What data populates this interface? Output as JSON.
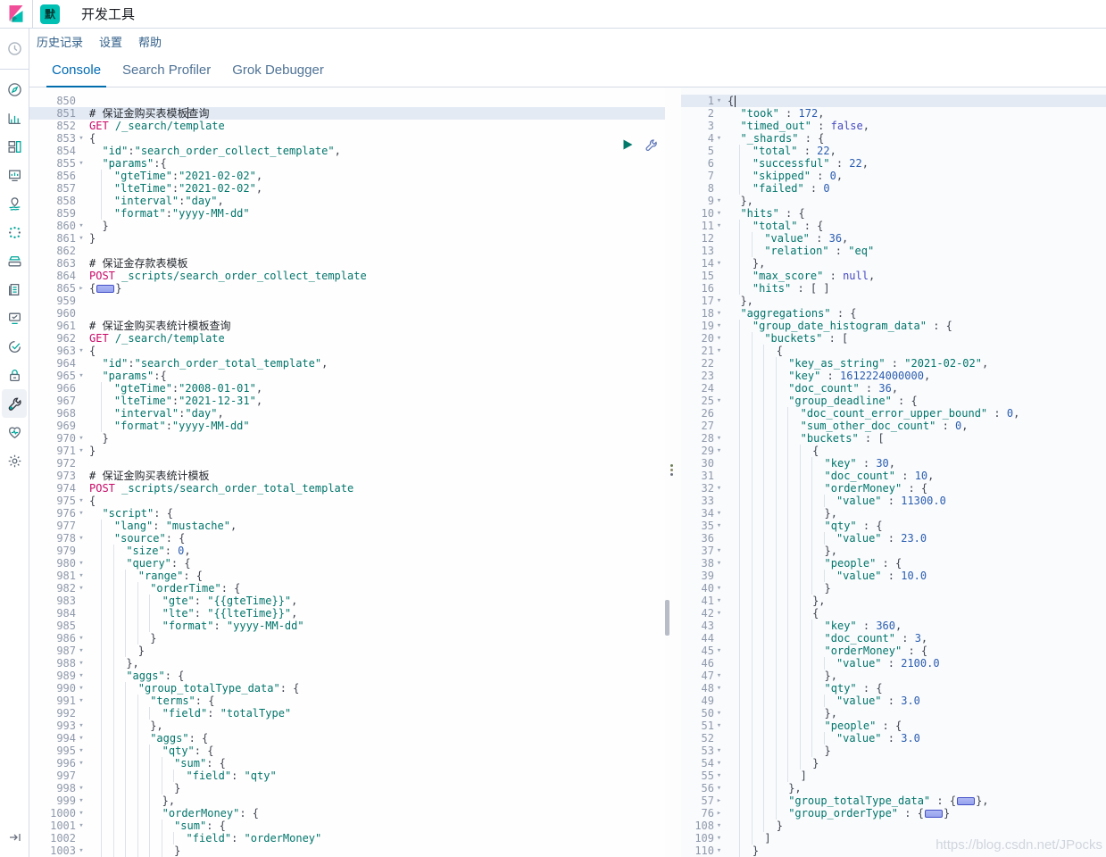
{
  "app": {
    "window_title": "开发工具",
    "space_badge": "默"
  },
  "brand_colors": {
    "teal": "#00bfb3",
    "pink": "#f04e98",
    "link_blue": "#006bb4"
  },
  "nav": {
    "items": [
      {
        "label": "历史记录"
      },
      {
        "label": "设置"
      },
      {
        "label": "帮助"
      }
    ]
  },
  "tabs": [
    {
      "label": "Console",
      "active": true
    },
    {
      "label": "Search Profiler",
      "active": false
    },
    {
      "label": "Grok Debugger",
      "active": false
    }
  ],
  "sidebar": {
    "icons": [
      "recently-viewed-clock-icon",
      "discover-compass-icon",
      "visualize-chart-icon",
      "dashboard-icon",
      "canvas-icon",
      "maps-pin-icon",
      "machine-learning-icon",
      "metrics-icon",
      "logs-icon",
      "apm-icon",
      "uptime-check-icon",
      "security-lock-icon",
      "dev-tools-wrench-icon",
      "monitoring-heart-icon",
      "management-gear-icon",
      "collapse-navigation-icon"
    ]
  },
  "console": {
    "request_active_line": 851,
    "response_active_line": 1,
    "request_lines": [
      [
        850,
        "",
        ""
      ],
      [
        851,
        "# 保证金购买表模板查询",
        ""
      ],
      [
        852,
        "GET /_search/template",
        ""
      ],
      [
        853,
        "{",
        "o"
      ],
      [
        854,
        "  \"id\":\"search_order_collect_template\",",
        ""
      ],
      [
        855,
        "  \"params\":{",
        "o"
      ],
      [
        856,
        "    \"gteTime\":\"2021-02-02\",",
        ""
      ],
      [
        857,
        "    \"lteTime\":\"2021-02-02\",",
        ""
      ],
      [
        858,
        "    \"interval\":\"day\",",
        ""
      ],
      [
        859,
        "    \"format\":\"yyyy-MM-dd\"",
        ""
      ],
      [
        860,
        "  }",
        "o"
      ],
      [
        861,
        "}",
        "o"
      ],
      [
        862,
        "",
        ""
      ],
      [
        863,
        "# 保证金存款表模板",
        ""
      ],
      [
        864,
        "POST _scripts/search_order_collect_template",
        ""
      ],
      [
        865,
        "{▣}",
        "c"
      ],
      [
        959,
        "",
        ""
      ],
      [
        960,
        "",
        ""
      ],
      [
        961,
        "# 保证金购买表统计模板查询",
        ""
      ],
      [
        962,
        "GET /_search/template",
        ""
      ],
      [
        963,
        "{",
        "o"
      ],
      [
        964,
        "  \"id\":\"search_order_total_template\",",
        ""
      ],
      [
        965,
        "  \"params\":{",
        "o"
      ],
      [
        966,
        "    \"gteTime\":\"2008-01-01\",",
        ""
      ],
      [
        967,
        "    \"lteTime\":\"2021-12-31\",",
        ""
      ],
      [
        968,
        "    \"interval\":\"day\",",
        ""
      ],
      [
        969,
        "    \"format\":\"yyyy-MM-dd\"",
        ""
      ],
      [
        970,
        "  }",
        "o"
      ],
      [
        971,
        "}",
        "o"
      ],
      [
        972,
        "",
        ""
      ],
      [
        973,
        "# 保证金购买表统计模板",
        ""
      ],
      [
        974,
        "POST _scripts/search_order_total_template",
        ""
      ],
      [
        975,
        "{",
        "o"
      ],
      [
        976,
        "  \"script\": {",
        "o"
      ],
      [
        977,
        "    \"lang\": \"mustache\",",
        ""
      ],
      [
        978,
        "    \"source\": {",
        "o"
      ],
      [
        979,
        "      \"size\": 0,",
        ""
      ],
      [
        980,
        "      \"query\": {",
        "o"
      ],
      [
        981,
        "        \"range\": {",
        "o"
      ],
      [
        982,
        "          \"orderTime\": {",
        "o"
      ],
      [
        983,
        "            \"gte\": \"{{gteTime}}\",",
        ""
      ],
      [
        984,
        "            \"lte\": \"{{lteTime}}\",",
        ""
      ],
      [
        985,
        "            \"format\": \"yyyy-MM-dd\"",
        ""
      ],
      [
        986,
        "          }",
        "o"
      ],
      [
        987,
        "        }",
        "o"
      ],
      [
        988,
        "      },",
        "o"
      ],
      [
        989,
        "      \"aggs\": {",
        "o"
      ],
      [
        990,
        "        \"group_totalType_data\": {",
        "o"
      ],
      [
        991,
        "          \"terms\": {",
        "o"
      ],
      [
        992,
        "            \"field\": \"totalType\"",
        ""
      ],
      [
        993,
        "          },",
        "o"
      ],
      [
        994,
        "          \"aggs\": {",
        "o"
      ],
      [
        995,
        "            \"qty\": {",
        "o"
      ],
      [
        996,
        "              \"sum\": {",
        "o"
      ],
      [
        997,
        "                \"field\": \"qty\"",
        ""
      ],
      [
        998,
        "              }",
        "o"
      ],
      [
        999,
        "            },",
        "o"
      ],
      [
        1000,
        "            \"orderMoney\": {",
        "o"
      ],
      [
        1001,
        "              \"sum\": {",
        "o"
      ],
      [
        1002,
        "                \"field\": \"orderMoney\"",
        ""
      ],
      [
        1003,
        "              }",
        "o"
      ]
    ],
    "response_lines": [
      [
        1,
        "{",
        "o"
      ],
      [
        2,
        "  \"took\" : 172,",
        ""
      ],
      [
        3,
        "  \"timed_out\" : false,",
        ""
      ],
      [
        4,
        "  \"_shards\" : {",
        "o"
      ],
      [
        5,
        "    \"total\" : 22,",
        ""
      ],
      [
        6,
        "    \"successful\" : 22,",
        ""
      ],
      [
        7,
        "    \"skipped\" : 0,",
        ""
      ],
      [
        8,
        "    \"failed\" : 0",
        ""
      ],
      [
        9,
        "  },",
        "o"
      ],
      [
        10,
        "  \"hits\" : {",
        "o"
      ],
      [
        11,
        "    \"total\" : {",
        "o"
      ],
      [
        12,
        "      \"value\" : 36,",
        ""
      ],
      [
        13,
        "      \"relation\" : \"eq\"",
        ""
      ],
      [
        14,
        "    },",
        "o"
      ],
      [
        15,
        "    \"max_score\" : null,",
        ""
      ],
      [
        16,
        "    \"hits\" : [ ]",
        ""
      ],
      [
        17,
        "  },",
        "o"
      ],
      [
        18,
        "  \"aggregations\" : {",
        "o"
      ],
      [
        19,
        "    \"group_date_histogram_data\" : {",
        "o"
      ],
      [
        20,
        "      \"buckets\" : [",
        "o"
      ],
      [
        21,
        "        {",
        "o"
      ],
      [
        22,
        "          \"key_as_string\" : \"2021-02-02\",",
        ""
      ],
      [
        23,
        "          \"key\" : 1612224000000,",
        ""
      ],
      [
        24,
        "          \"doc_count\" : 36,",
        ""
      ],
      [
        25,
        "          \"group_deadline\" : {",
        "o"
      ],
      [
        26,
        "            \"doc_count_error_upper_bound\" : 0,",
        ""
      ],
      [
        27,
        "            \"sum_other_doc_count\" : 0,",
        ""
      ],
      [
        28,
        "            \"buckets\" : [",
        "o"
      ],
      [
        29,
        "              {",
        "o"
      ],
      [
        30,
        "                \"key\" : 30,",
        ""
      ],
      [
        31,
        "                \"doc_count\" : 10,",
        ""
      ],
      [
        32,
        "                \"orderMoney\" : {",
        "o"
      ],
      [
        33,
        "                  \"value\" : 11300.0",
        ""
      ],
      [
        34,
        "                },",
        "o"
      ],
      [
        35,
        "                \"qty\" : {",
        "o"
      ],
      [
        36,
        "                  \"value\" : 23.0",
        ""
      ],
      [
        37,
        "                },",
        "o"
      ],
      [
        38,
        "                \"people\" : {",
        "o"
      ],
      [
        39,
        "                  \"value\" : 10.0",
        ""
      ],
      [
        40,
        "                }",
        "o"
      ],
      [
        41,
        "              },",
        "o"
      ],
      [
        42,
        "              {",
        "o"
      ],
      [
        43,
        "                \"key\" : 360,",
        ""
      ],
      [
        44,
        "                \"doc_count\" : 3,",
        ""
      ],
      [
        45,
        "                \"orderMoney\" : {",
        "o"
      ],
      [
        46,
        "                  \"value\" : 2100.0",
        ""
      ],
      [
        47,
        "                },",
        "o"
      ],
      [
        48,
        "                \"qty\" : {",
        "o"
      ],
      [
        49,
        "                  \"value\" : 3.0",
        ""
      ],
      [
        50,
        "                },",
        "o"
      ],
      [
        51,
        "                \"people\" : {",
        "o"
      ],
      [
        52,
        "                  \"value\" : 3.0",
        ""
      ],
      [
        53,
        "                }",
        "o"
      ],
      [
        54,
        "              }",
        "o"
      ],
      [
        55,
        "            ]",
        "o"
      ],
      [
        56,
        "          },",
        "o"
      ],
      [
        57,
        "          \"group_totalType_data\" : {▣},",
        "c"
      ],
      [
        76,
        "          \"group_orderType\" : {▣}",
        "c"
      ],
      [
        108,
        "        }",
        "o"
      ],
      [
        109,
        "      ]",
        "o"
      ],
      [
        110,
        "    }",
        "o"
      ]
    ]
  },
  "watermark": "https://blog.csdn.net/JPocks"
}
